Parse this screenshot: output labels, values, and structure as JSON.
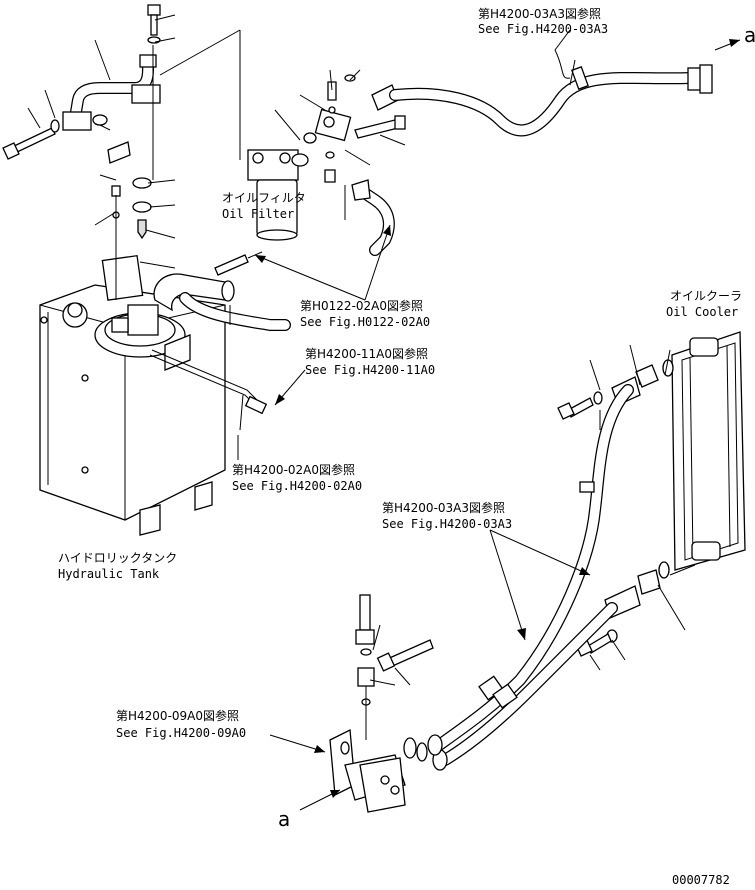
{
  "references": {
    "h4200_03a3_top": {
      "jp": "第H4200-03A3図参照",
      "en": "See Fig.H4200-03A3"
    },
    "h0122_02a0": {
      "jp": "第H0122-02A0図参照",
      "en": "See Fig.H0122-02A0"
    },
    "h4200_11a0": {
      "jp": "第H4200-11A0図参照",
      "en": "See Fig.H4200-11A0"
    },
    "h4200_02a0": {
      "jp": "第H4200-02A0図参照",
      "en": "See Fig.H4200-02A0"
    },
    "h4200_03a3_mid": {
      "jp": "第H4200-03A3図参照",
      "en": "See Fig.H4200-03A3"
    },
    "h4200_09a0": {
      "jp": "第H4200-09A0図参照",
      "en": "See Fig.H4200-09A0"
    }
  },
  "components": {
    "oil_filter": {
      "jp": "オイルフィルタ",
      "en": "Oil Filter"
    },
    "oil_cooler": {
      "jp": "オイルクーラ",
      "en": "Oil Cooler"
    },
    "hydraulic_tank": {
      "jp": "ハイドロリックタンク",
      "en": "Hydraulic Tank"
    }
  },
  "connection_marks": {
    "top_right": "a",
    "bottom": "a"
  },
  "drawing_number": "00007782"
}
